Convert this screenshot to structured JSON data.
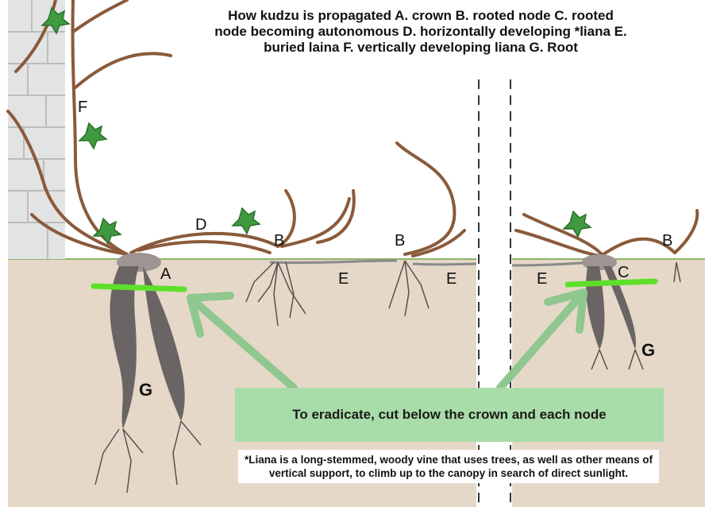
{
  "title": "How kudzu is propagated A. crown B. rooted node C. rooted node becoming autonomous D. horizontally developing *liana E. buried laina F. vertically developing liana G. Root",
  "labels": {
    "a": "A",
    "b1": "B",
    "b2": "B",
    "b3": "B",
    "c": "C",
    "d": "D",
    "e1": "E",
    "e2": "E",
    "e3": "E",
    "f": "F",
    "g1": "G",
    "g2": "G"
  },
  "callout": "To eradicate, cut below the crown and each node",
  "footnote": "*Liana is a long-stemmed, woody vine that uses trees, as well as other means of vertical support, to climb up to the canopy in search of direct sunlight.",
  "colors": {
    "soil": "#e5d8c8",
    "ground_line": "#8fb46a",
    "vine": "#8a5a3a",
    "root": "#6a6464",
    "leaf": "#3f9a3f",
    "cut_mark": "#5ee02a",
    "arrow": "#8fc78f",
    "wall": "#d9d9d9"
  }
}
